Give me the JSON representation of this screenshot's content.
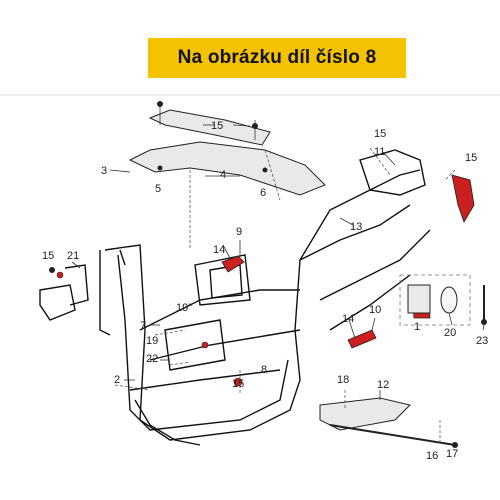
{
  "banner": {
    "text": "Na obrázku díl číslo 8",
    "color": "#f5c200"
  },
  "labels": {
    "p1": "1",
    "p2": "2",
    "p3": "3",
    "p4": "4",
    "p5": "5",
    "p6": "6",
    "p7": "7",
    "p8": "8",
    "p9": "9",
    "p10": "10",
    "p11": "11",
    "p12": "12",
    "p13": "13",
    "p14a": "14",
    "p14b": "14",
    "p15a": "15",
    "p15b": "15",
    "p15c": "15",
    "p15d": "15",
    "p15e": "15",
    "p16": "16",
    "p17": "17",
    "p18": "18",
    "p19": "19",
    "p19b": "19\"",
    "p20": "20",
    "p21": "21",
    "p22": "22",
    "p23": "23"
  },
  "accent_color": "#cc1f1f"
}
